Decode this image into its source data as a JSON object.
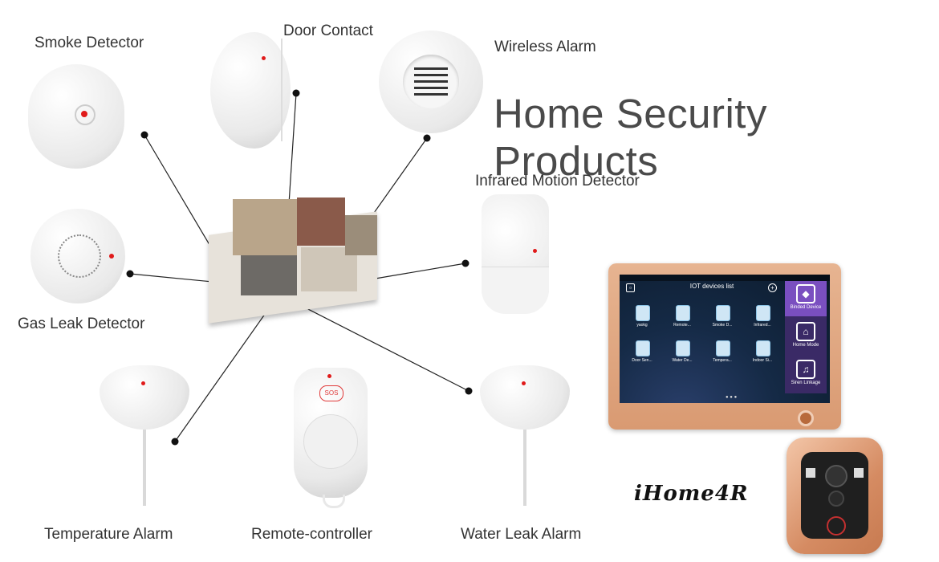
{
  "headline": "Home Security Products",
  "brand": "iHome4R",
  "products": {
    "smoke": "Smoke Detector",
    "door": "Door Contact",
    "wireless": "Wireless Alarm",
    "infrared": "Infrared Motion Detector",
    "gas": "Gas Leak Detector",
    "temperature": "Temperature Alarm",
    "remote": "Remote-controller",
    "water": "Water Leak Alarm"
  },
  "remote_button": "SOS",
  "tablet": {
    "title": "IOT devices list",
    "tiles": [
      "yaokg",
      "Remote...",
      "Smoke D...",
      "Infrared...",
      "Door Sen...",
      "Water De...",
      "Tempera...",
      "Indoor Si..."
    ],
    "side_menu": [
      "Binded Device",
      "Home Mode",
      "Siren Linkage"
    ]
  },
  "colors": {
    "led": "#e01a1a",
    "headline": "#4a4a4a",
    "tablet_frame": "#d99a72",
    "side_menu": "#3a2a66"
  }
}
